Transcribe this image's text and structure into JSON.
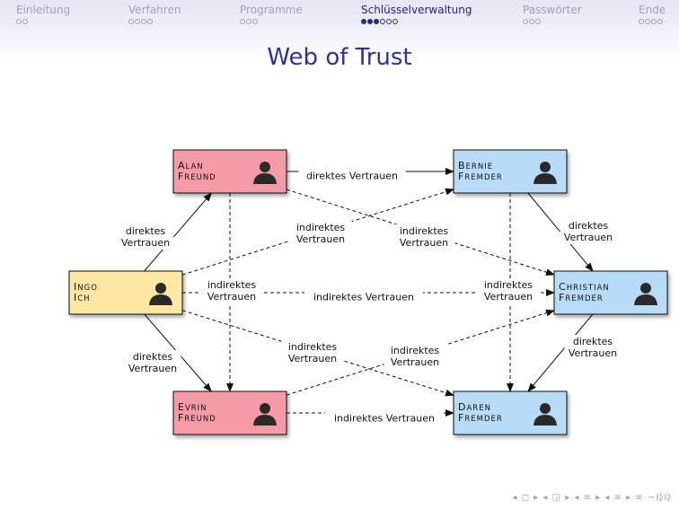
{
  "nav": {
    "sections": [
      {
        "label": "Einleitung",
        "dots": 2,
        "current": -1
      },
      {
        "label": "Verfahren",
        "dots": 4,
        "current": -1
      },
      {
        "label": "Programme",
        "dots": 3,
        "current": -1
      },
      {
        "label": "Schlüsselverwaltung",
        "dots": 6,
        "current": 2
      },
      {
        "label": "Passwörter",
        "dots": 3,
        "current": -1
      },
      {
        "label": "Ende",
        "dots": 4,
        "current": -1
      }
    ]
  },
  "title": "Web of Trust",
  "nodes": [
    {
      "id": "alan",
      "line1": "Alan",
      "line2": "Freund",
      "color": "#f59ba8",
      "icon": "person-icon"
    },
    {
      "id": "bernie",
      "line1": "Bernie",
      "line2": "Fremder",
      "color": "#b8dcf8",
      "icon": "person-icon"
    },
    {
      "id": "ingo",
      "line1": "Ingo",
      "line2": "Ich",
      "color": "#fde7a2",
      "icon": "person-icon"
    },
    {
      "id": "christian",
      "line1": "Christian",
      "line2": "Fremder",
      "color": "#b8dcf8",
      "icon": "person-icon"
    },
    {
      "id": "evrin",
      "line1": "Evrin",
      "line2": "Freund",
      "color": "#f59ba8",
      "icon": "person-icon"
    },
    {
      "id": "daren",
      "line1": "Daren",
      "line2": "Fremder",
      "color": "#b8dcf8",
      "icon": "person-icon"
    }
  ],
  "edges": [
    {
      "from": "alan",
      "to": "bernie",
      "type": "direct",
      "label": [
        "direktes Vertrauen"
      ]
    },
    {
      "from": "ingo",
      "to": "alan",
      "type": "direct",
      "label": [
        "direktes",
        "Vertrauen"
      ]
    },
    {
      "from": "ingo",
      "to": "evrin",
      "type": "direct",
      "label": [
        "direktes",
        "Vertrauen"
      ]
    },
    {
      "from": "bernie",
      "to": "christian",
      "type": "direct",
      "label": [
        "direktes",
        "Vertrauen"
      ]
    },
    {
      "from": "christian",
      "to": "daren",
      "type": "direct",
      "label": [
        "direktes",
        "Vertrauen"
      ]
    },
    {
      "from": "alan",
      "to": "evrin",
      "type": "indirect",
      "label": [
        "indirektes",
        "Vertrauen"
      ]
    },
    {
      "from": "ingo",
      "to": "bernie",
      "type": "indirect",
      "label": [
        "indirektes",
        "Vertrauen"
      ]
    },
    {
      "from": "alan",
      "to": "christian",
      "type": "indirect",
      "label": [
        "indirektes",
        "Vertrauen"
      ]
    },
    {
      "from": "ingo",
      "to": "christian",
      "type": "indirect",
      "label": [
        "indirektes Vertrauen"
      ]
    },
    {
      "from": "bernie",
      "to": "daren",
      "type": "indirect",
      "label": [
        "indirektes",
        "Vertrauen"
      ]
    },
    {
      "from": "ingo",
      "to": "daren",
      "type": "indirect",
      "label": [
        "indirektes",
        "Vertrauen"
      ]
    },
    {
      "from": "evrin",
      "to": "christian",
      "type": "indirect",
      "label": [
        "indirektes",
        "Vertrauen"
      ]
    },
    {
      "from": "evrin",
      "to": "daren",
      "type": "indirect",
      "label": [
        "indirektes Vertrauen"
      ]
    }
  ],
  "beamer_nav": "◂ ◻ ▸ ◂ ◲ ▸ ◂ ≡ ▸ ◂ ≡ ▸ ≡ ∽ℚℚ"
}
